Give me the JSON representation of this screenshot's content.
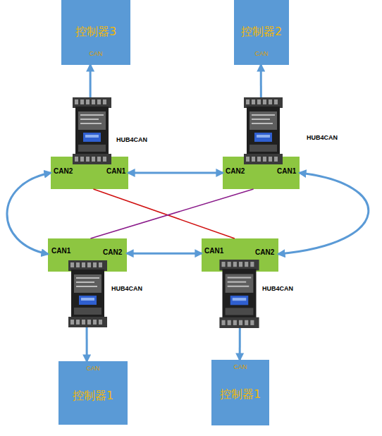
{
  "diagram": {
    "nodes": [
      {
        "text": [
          "控制器3",
          "CAN"
        ]
      },
      {
        "text": [
          "控制器2",
          "CAN"
        ]
      },
      {
        "text": [
          "CAN2",
          "CAN1",
          "HUB4CAN"
        ]
      },
      {
        "text": [
          "CAN2",
          "CAN1",
          "HUB4CAN"
        ]
      },
      {
        "text": [
          "CAN1",
          "CAN2",
          "HUB4CAN"
        ]
      },
      {
        "text": [
          "CAN1",
          "CAN2",
          "HUB4CAN"
        ]
      },
      {
        "text": [
          "控制器1",
          "CAN"
        ]
      },
      {
        "text": [
          "控制器1",
          "CAN"
        ]
      }
    ],
    "edges": [
      {
        "from": 2,
        "to": 0,
        "arrow": "to"
      },
      {
        "from": 3,
        "to": 1,
        "arrow": "to"
      },
      {
        "from": 4,
        "to": 6,
        "arrow": "to"
      },
      {
        "from": 5,
        "to": 7,
        "arrow": "to"
      },
      {
        "from": 2,
        "to": 3,
        "arrow": "both"
      },
      {
        "from": 2,
        "to": 4,
        "arrow": "both"
      },
      {
        "from": 4,
        "to": 5,
        "arrow": "both"
      },
      {
        "from": 3,
        "to": 5,
        "arrow": "both"
      },
      {
        "from": 2,
        "to": 5,
        "arrow": "none"
      },
      {
        "from": 3,
        "to": 4,
        "arrow": "none"
      }
    ]
  }
}
